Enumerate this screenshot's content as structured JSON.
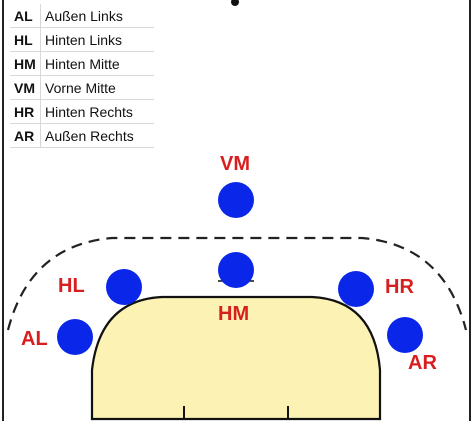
{
  "legend": [
    {
      "abbr": "AL",
      "name": "Außen Links"
    },
    {
      "abbr": "HL",
      "name": "Hinten Links"
    },
    {
      "abbr": "HM",
      "name": "Hinten Mitte"
    },
    {
      "abbr": "VM",
      "name": "Vorne Mitte"
    },
    {
      "abbr": "HR",
      "name": "Hinten Rechts"
    },
    {
      "abbr": "AR",
      "name": "Außen Rechts"
    }
  ],
  "positions": {
    "vm": "VM",
    "hl": "HL",
    "hm": "HM",
    "hr": "HR",
    "al": "AL",
    "ar": "AR"
  },
  "colors": {
    "player": "#0a26e8",
    "label": "#d81f1f",
    "goal_area": "#fbf2b4"
  }
}
